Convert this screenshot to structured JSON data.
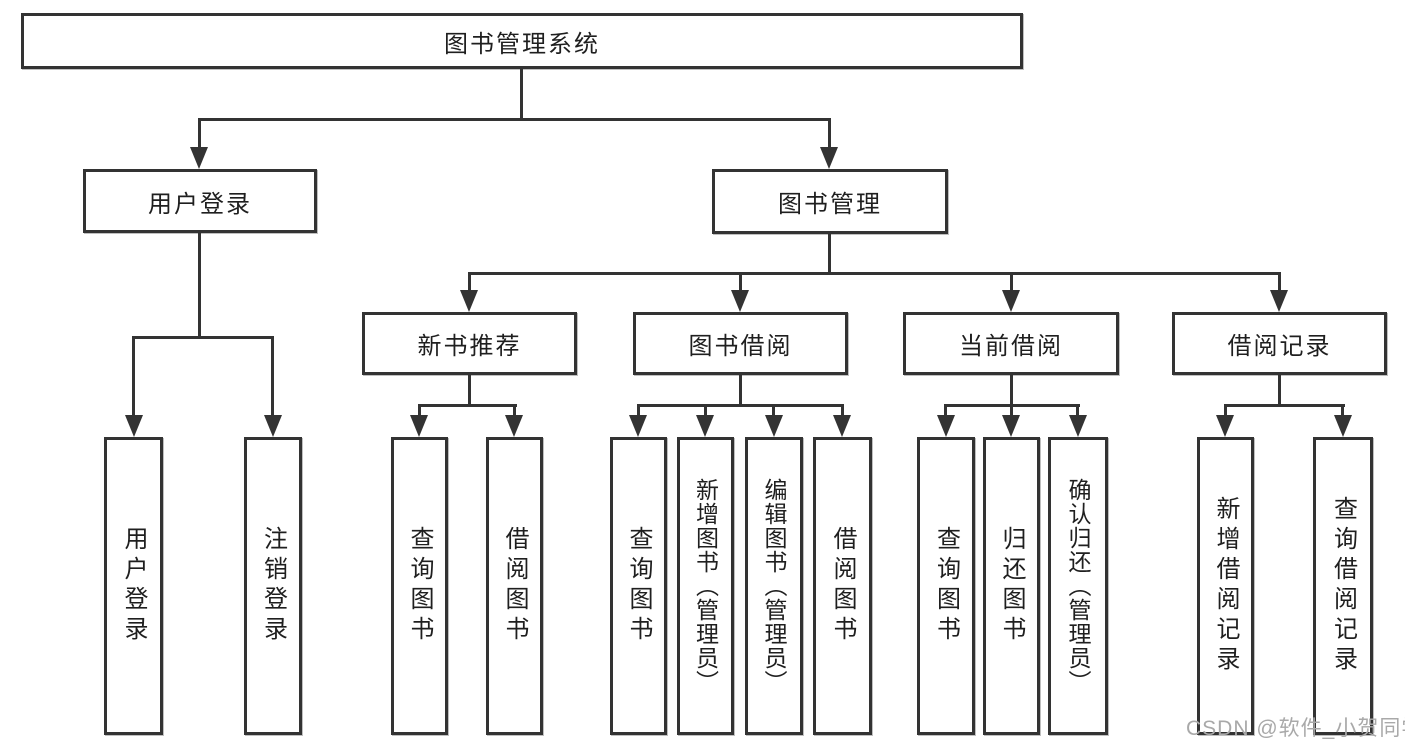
{
  "tree": {
    "root": {
      "label": "图书管理系统",
      "children": [
        {
          "label": "用户登录",
          "children": [
            {
              "label": "用户登录"
            },
            {
              "label": "注销登录"
            }
          ]
        },
        {
          "label": "图书管理",
          "children": [
            {
              "label": "新书推荐",
              "children": [
                {
                  "label": "查询图书"
                },
                {
                  "label": "借阅图书"
                }
              ]
            },
            {
              "label": "图书借阅",
              "children": [
                {
                  "label": "查询图书"
                },
                {
                  "label": "新增图书（管理员）"
                },
                {
                  "label": "编辑图书（管理员）"
                },
                {
                  "label": "借阅图书"
                }
              ]
            },
            {
              "label": "当前借阅",
              "children": [
                {
                  "label": "查询图书"
                },
                {
                  "label": "归还图书"
                },
                {
                  "label": "确认归还（管理员）"
                }
              ]
            },
            {
              "label": "借阅记录",
              "children": [
                {
                  "label": "新增借阅记录"
                },
                {
                  "label": "查询借阅记录"
                }
              ]
            }
          ]
        }
      ]
    }
  },
  "colors": {
    "line": "#333333",
    "background": "#ffffff",
    "watermark_gray": "#a9a9a9"
  },
  "watermark": "CSDN @软件_小贺同学"
}
